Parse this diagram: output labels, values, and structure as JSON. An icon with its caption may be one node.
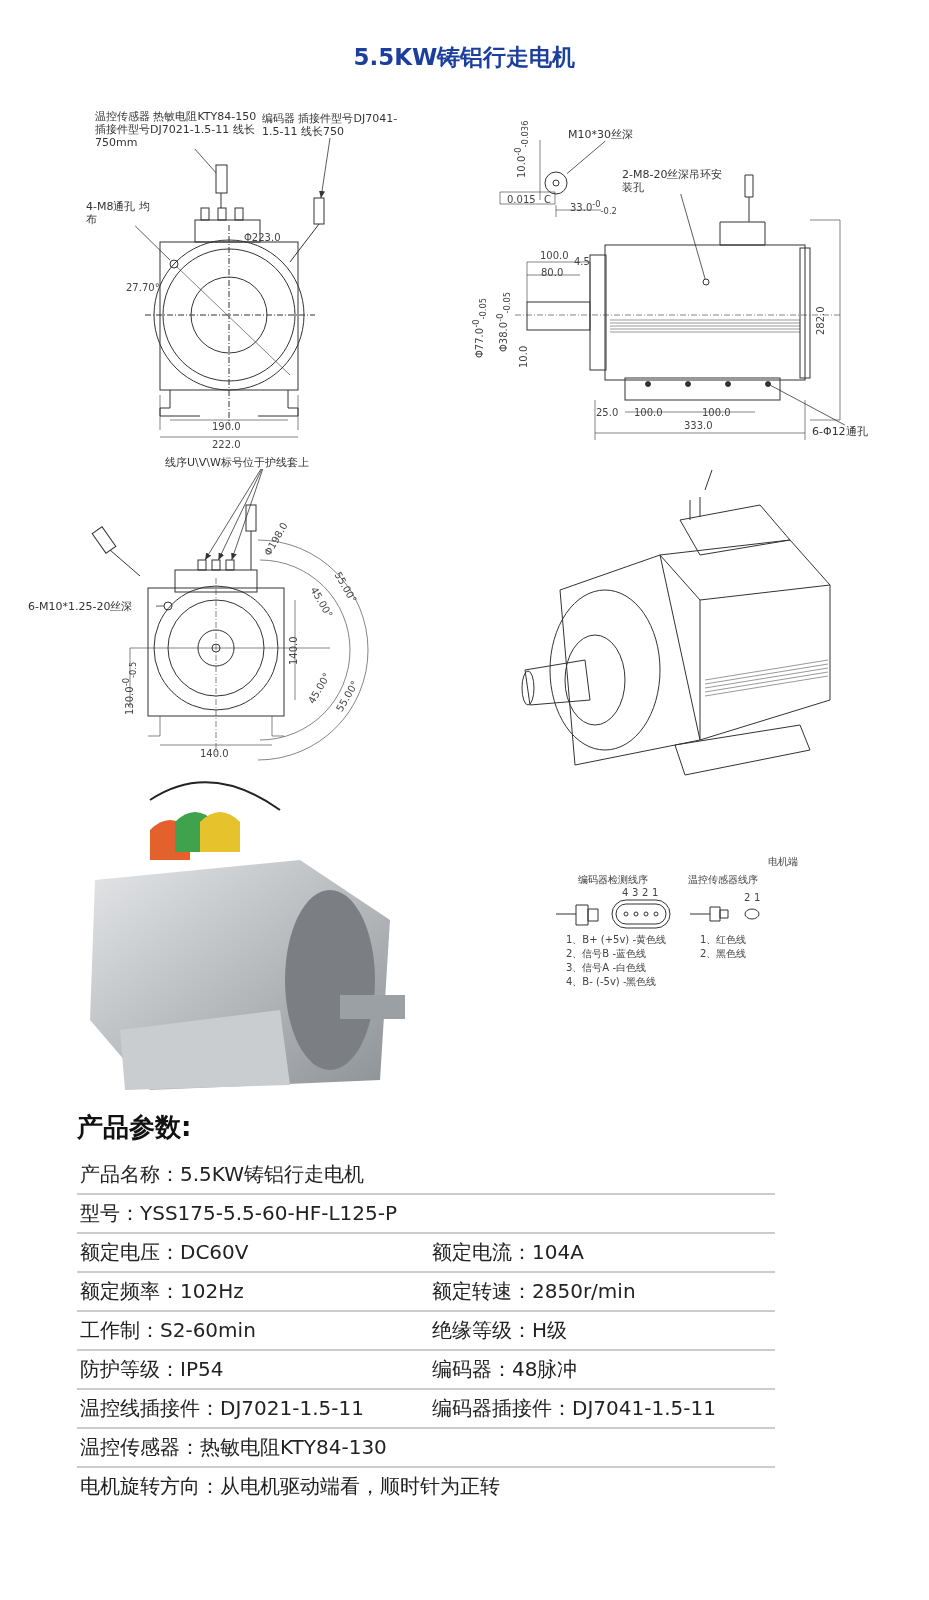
{
  "diagram": {
    "title": "5.5KW铸铝行走电机",
    "nodes": [
      {
        "text": [
          "温控传感器 热敏电阻KTY84-150 插接件型号DJ7021-1.5-11 线长750mm"
        ]
      },
      {
        "text": [
          "编码器 插接件型号DJ7041-1.5-11 线长750"
        ]
      },
      {
        "text": [
          "4-M8通孔 均布"
        ]
      },
      {
        "text": [
          "M10*30丝深"
        ]
      },
      {
        "text": [
          "2-M8-20丝深吊环安装孔"
        ]
      },
      {
        "text": [
          "6-Φ12通孔"
        ]
      },
      {
        "text": [
          "线序U\\V\\W标号位于护线套上"
        ]
      },
      {
        "text": [
          "6-M10*1.25-20丝深"
        ]
      },
      {
        "text": [],
        "shape": "box"
      },
      {
        "text": [],
        "shape": "box"
      },
      {
        "text": [],
        "shape": "circle"
      },
      {
        "text": [],
        "shape": "circle"
      },
      {
        "text": [],
        "shape": "circle"
      },
      {
        "text": [],
        "shape": "circle"
      },
      {
        "text": [],
        "shape": "box"
      },
      {
        "text": [],
        "shape": "box"
      },
      {
        "text": [],
        "shape": "box"
      },
      {
        "text": [],
        "shape": "circle"
      }
    ],
    "edges": [
      {
        "from": 0,
        "to": 8,
        "arrow": "none"
      },
      {
        "from": 1,
        "to": 9,
        "arrow": "to"
      },
      {
        "from": 2,
        "to": 10,
        "arrow": "none"
      },
      {
        "from": 3,
        "to": 11,
        "arrow": "none"
      },
      {
        "from": 4,
        "to": 12,
        "arrow": "none"
      },
      {
        "from": 5,
        "to": 13,
        "arrow": "none"
      },
      {
        "from": 6,
        "to": 14,
        "arrow": "to"
      },
      {
        "from": 6,
        "to": 15,
        "arrow": "to"
      },
      {
        "from": 6,
        "to": 16,
        "arrow": "to"
      },
      {
        "from": 7,
        "to": 17,
        "arrow": "none"
      }
    ],
    "labels": [
      "Φ223.0",
      "27.70°",
      "190.0",
      "222.0",
      "10.0$^{-0}$$_{-0.036}$",
      "33.0$^{-0}$$_{-0.2}$",
      "0.015",
      "C",
      "100.0",
      "4.5",
      "80.0",
      "Φ77.0$^{-0}$$_{-0.05}$",
      "Φ38.0$^{-0}$$_{-0.05}$",
      "10.0",
      "282.0",
      "25.0",
      "100.0",
      "100.0",
      "333.0",
      "Φ198.0",
      "45.00°",
      "55.00°",
      "140.0",
      "130.0$^{-0}$$_{-0.5}$",
      "45.00°",
      "55.00°",
      "140.0",
      "电机端",
      "编码器检测线序",
      "4",
      "3",
      "2",
      "1",
      "1、B+ (+5v) -黄色线",
      "2、信号B -蓝色线",
      "3、信号A -白色线",
      "4、B- (-5v) -黑色线",
      "温控传感器线序",
      "2",
      "1",
      "1、红色线",
      "2、黑色线",
      "产品参数:",
      "产品名称：5.5KW铸铝行走电机",
      "型号：YSS175-5.5-60-HF-L125-P",
      "额定电压：DC60V",
      "额定电流：104A",
      "额定频率：102Hz",
      "额定转速：2850r/min",
      "工作制：S2-60min",
      "绝缘等级：H级",
      "防护等级：IP54",
      "编码器：48脉冲",
      "温控线插接件：DJ7021-1.5-11",
      "编码器插接件：DJ7041-1.5-11",
      "温控传感器：热敏电阻KTY84-130",
      "电机旋转方向：从电机驱动端看，顺时针为正转"
    ]
  }
}
